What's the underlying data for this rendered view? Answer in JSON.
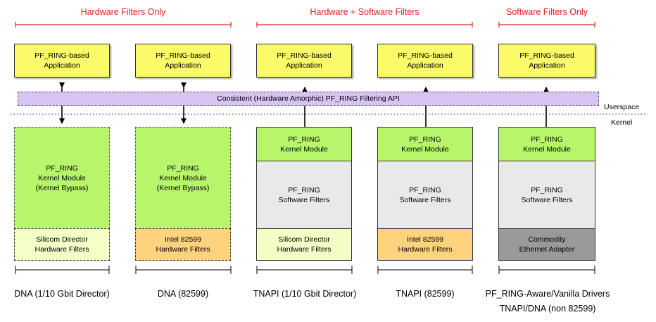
{
  "headers": {
    "hw_only": "Hardware Filters Only",
    "hw_sw": "Hardware + Software Filters",
    "sw_only": "Software Filters Only"
  },
  "app_label": "PF_RING-based\nApplication",
  "api_label": "Consistent (Hardware Amorphic) PF_RING Filtering API",
  "userspace_label": "Userspace",
  "kernel_label": "Kernel",
  "columns": [
    {
      "kernel": "PF_RING\nKernel Module\n(Kernel Bypass)",
      "hardware": "Silicom Director\nHardware Filters",
      "caption": "DNA (1/10 Gbit Director)"
    },
    {
      "kernel": "PF_RING\nKernel Module\n(Kernel Bypass)",
      "hardware": "Intel 82599\nHardware Filters",
      "caption": "DNA (82599)"
    },
    {
      "kernel": "PF_RING\nKernel Module",
      "software": "PF_RING\nSoftware Filters",
      "hardware": "Silicom Director\nHardware Filters",
      "caption": "TNAPI (1/10 Gbit Director)"
    },
    {
      "kernel": "PF_RING\nKernel Module",
      "software": "PF_RING\nSoftware Filters",
      "hardware": "Intel 82599\nHardware Filters",
      "caption": "TNAPI (82599)"
    },
    {
      "kernel": "PF_RING\nKernel Module",
      "software": "PF_RING\nSoftware Filters",
      "hardware": "Commodity\nEthernet Adapter",
      "caption": "PF_RING-Aware/Vanilla Drivers",
      "caption2": "TNAPI/DNA (non 82599)"
    }
  ],
  "colors": {
    "header_red": "#e02020",
    "app_yellow": "#fbfb6a",
    "kernel_green": "#b7f56b",
    "software_grey": "#e9e9e9",
    "silicom_hw": "#f3ffc5",
    "intel_hw": "#ffd27e",
    "commodity_hw": "#9a9a9a",
    "api_purple": "#d8c4f4"
  }
}
